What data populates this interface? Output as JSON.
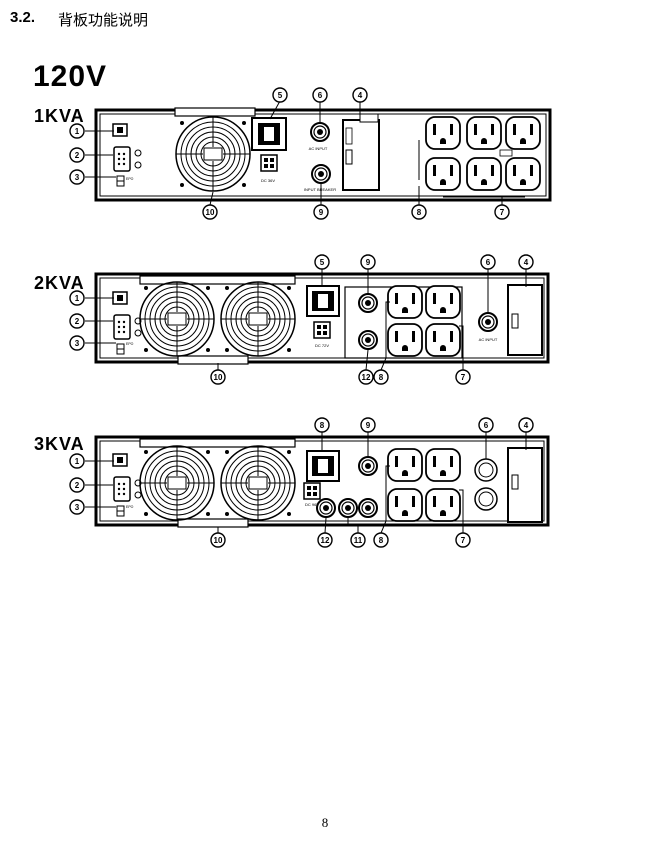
{
  "section": {
    "number": "3.2.",
    "title": "背板功能说明"
  },
  "voltage": "120V",
  "panels": [
    {
      "model": "1KVA",
      "port_labels": {
        "input_breaker": "INPUT BREAKER",
        "input": "AC INPUT",
        "dc_input": "DC 36V",
        "epo": "EPO"
      }
    },
    {
      "model": "2KVA",
      "port_labels": {
        "input": "AC INPUT",
        "dc_input": "DC 72V",
        "epo": "EPO"
      }
    },
    {
      "model": "3KVA",
      "port_labels": {
        "dc_input": "DC 96V",
        "epo": "EPO"
      }
    }
  ],
  "callouts": {
    "kva1": [
      "1",
      "2",
      "3",
      "5",
      "6",
      "4",
      "8",
      "7",
      "10",
      "9"
    ],
    "kva2": [
      "1",
      "2",
      "3",
      "5",
      "9",
      "6",
      "4",
      "12",
      "8",
      "7",
      "10"
    ],
    "kva3": [
      "1",
      "2",
      "3",
      "8",
      "9",
      "6",
      "4",
      "12",
      "11",
      "8",
      "7",
      "10"
    ]
  },
  "page_number": "8"
}
